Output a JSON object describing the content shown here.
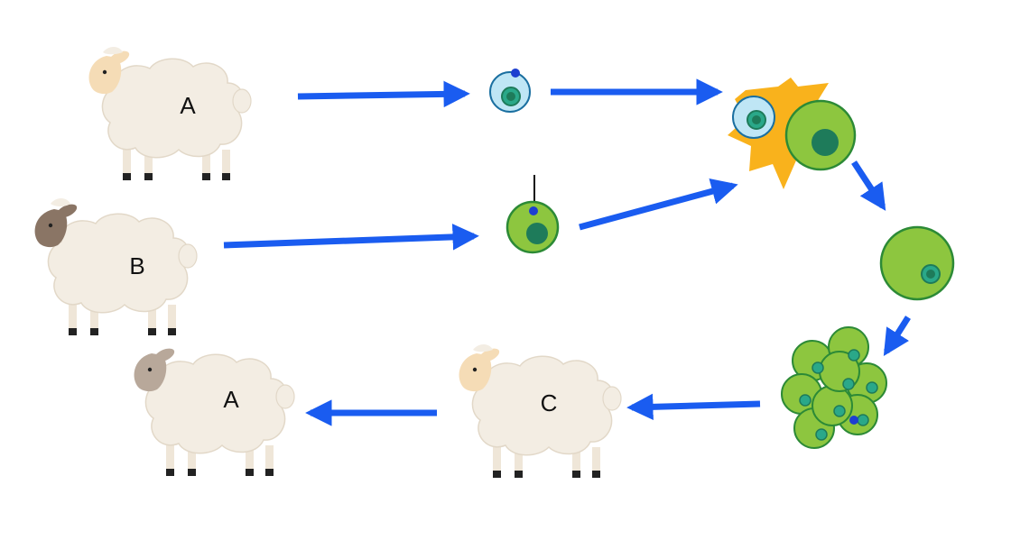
{
  "sheep": {
    "donor_a": {
      "label": "A"
    },
    "donor_b": {
      "label": "B"
    },
    "surrogate_c": {
      "label": "C"
    },
    "clone_a": {
      "label": "A"
    }
  },
  "colors": {
    "arrow": "#1a5cf0",
    "wool": "#f3ede3",
    "face_light": "#f5dcb6",
    "face_dark": "#8a7565",
    "cell_green": "#8dc63f",
    "cell_green_border": "#2c8a36",
    "nucleus": "#1e7b5a",
    "cell_blue": "#bfe6f5",
    "cell_blue_border": "#1a6fa0",
    "spark_orange": "#f9b21c",
    "small_dot": "#1d3fd0"
  }
}
